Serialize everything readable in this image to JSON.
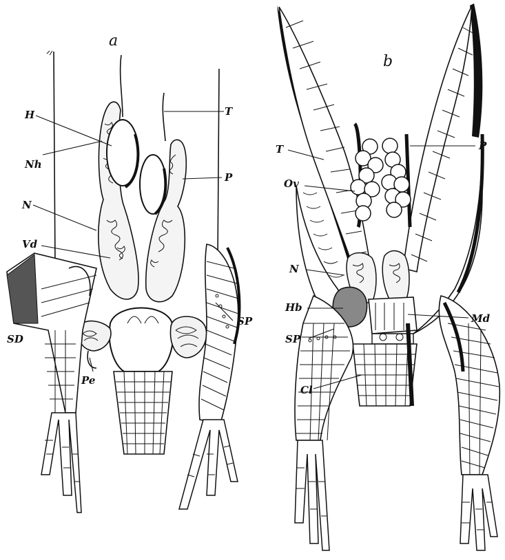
{
  "figure": {
    "panels": [
      {
        "id": "a",
        "label": "a"
      },
      {
        "id": "b",
        "label": "b"
      }
    ],
    "labels_a": {
      "H": "H",
      "Nh": "Nh",
      "N": "N",
      "Vd": "Vd",
      "T": "T",
      "P": "P",
      "SP": "SP",
      "SD": "SD",
      "Pe": "Pe"
    },
    "labels_b": {
      "T": "T",
      "P": "P",
      "Ov": "Ov",
      "N": "N",
      "Hb": "Hb",
      "Md": "Md",
      "SP": "SP",
      "Cl": "Cl"
    }
  }
}
